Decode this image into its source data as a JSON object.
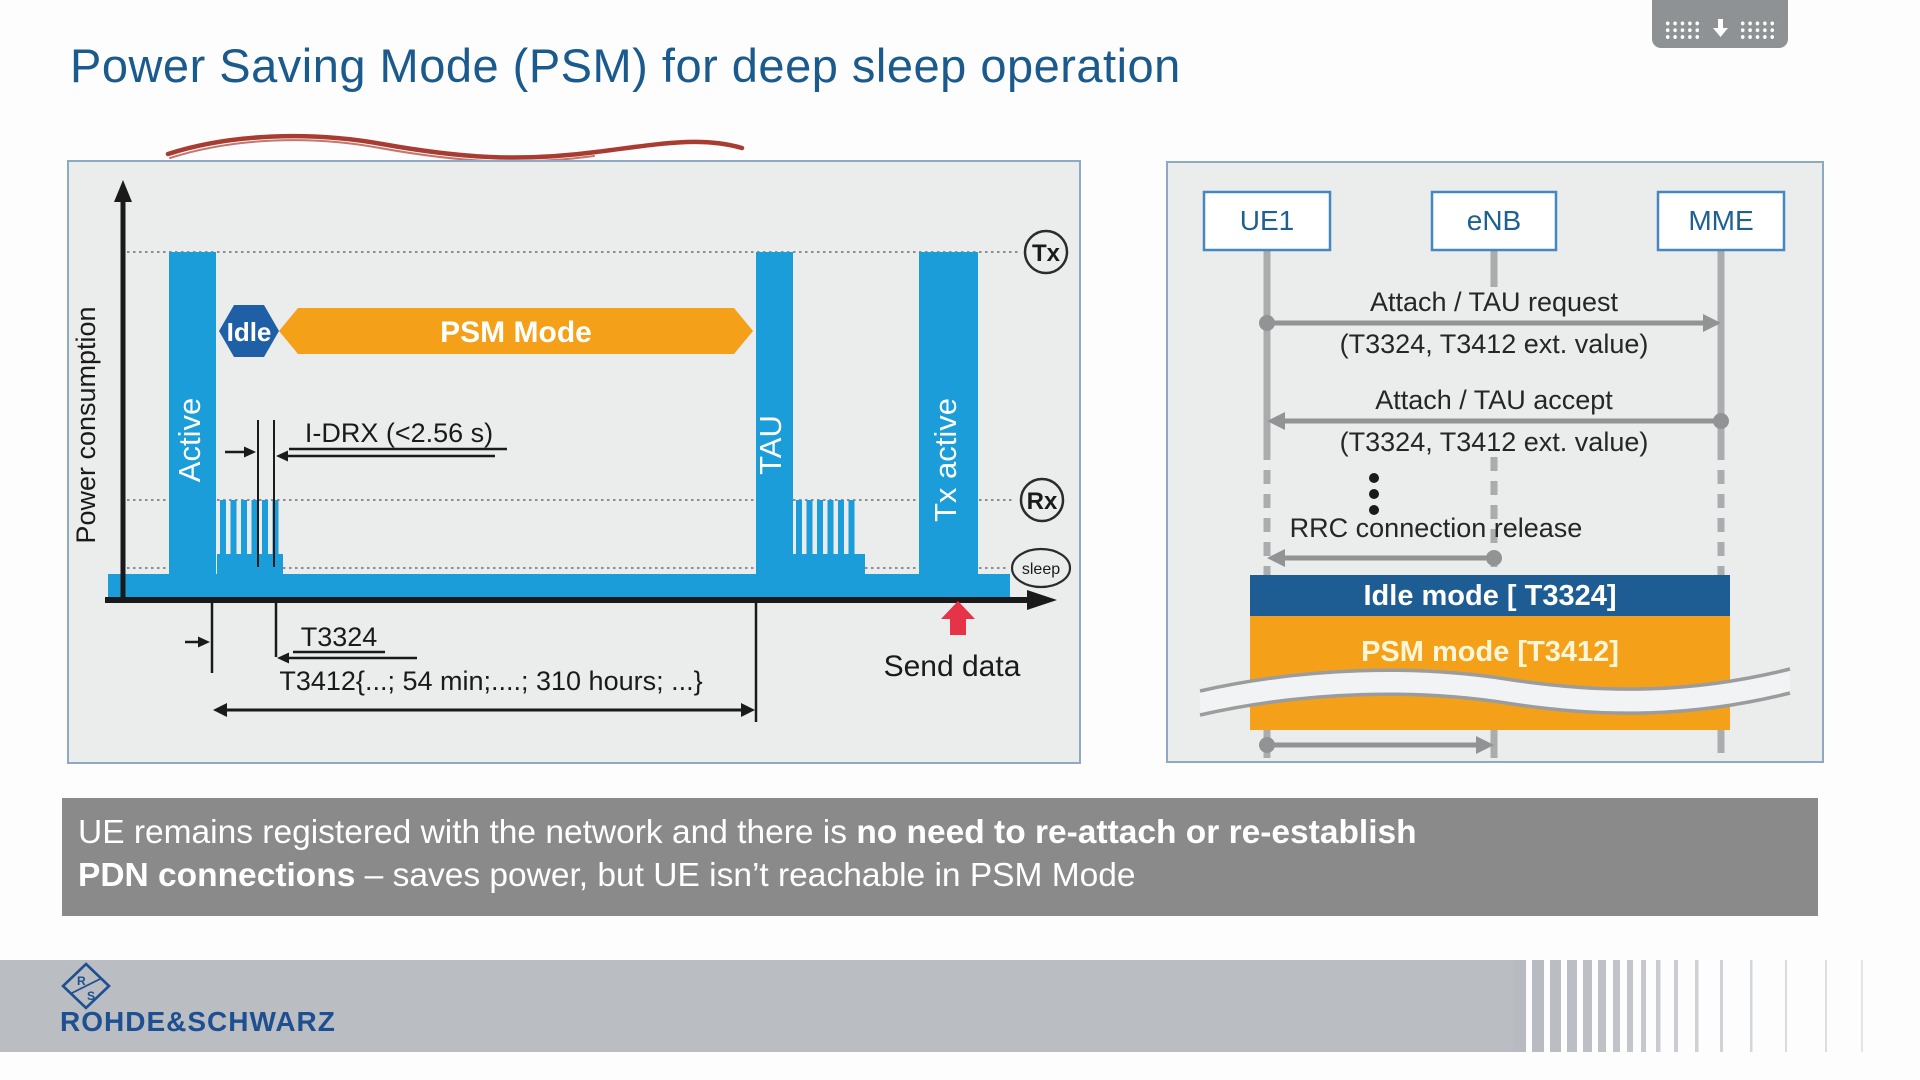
{
  "screen": {
    "share_button_hint": "screen share dock"
  },
  "slide": {
    "title": "Power Saving Mode (PSM) for deep sleep operation",
    "power_diagram": {
      "y_axis_label": "Power consumption",
      "level_tx": "Tx",
      "level_rx": "Rx",
      "level_sleep": "sleep",
      "bar_active": "Active",
      "bar_tau": "TAU",
      "bar_tx_active": "Tx active",
      "idle_badge": "Idle",
      "psm_arrow": "PSM Mode",
      "idrx_label": "I-DRX (<2.56 s)",
      "t3324_label": "T3324",
      "t3412_label": "T3412{...; 54 min;....; 310 hours; ...}",
      "send_data_label": "Send data"
    },
    "sequence_diagram": {
      "actor_ue": "UE1",
      "actor_enb": "eNB",
      "actor_mme": "MME",
      "msg1_label": "Attach / TAU request",
      "msg1_sublabel": "(T3324, T3412 ext. value)",
      "msg2_label": "Attach / TAU accept",
      "msg2_sublabel": "(T3324, T3412 ext. value)",
      "msg3_label": "RRC connection release",
      "idle_banner": "Idle mode [ T3324]",
      "psm_banner": "PSM mode [T3412]"
    },
    "callout": {
      "line1_regular": "UE remains registered with the network and there is ",
      "line1_bold": "no need to re-attach or re-establish",
      "line2_bold": "PDN connections",
      "line2_regular": " – saves power, but UE isn’t reachable in PSM Mode"
    },
    "footer": {
      "brand": "ROHDE&SCHWARZ",
      "monogram_left": "R",
      "monogram_right": "S"
    }
  },
  "colors": {
    "accent_blue": "#1a9dd9",
    "accent_orange": "#f5a019",
    "banner_blue": "#1e5c94",
    "hexagon_blue": "#1f5fa6",
    "title_blue": "#1a5a8d",
    "brand_blue": "#1d4f91",
    "callout_gray": "#8a8a8a",
    "alert_red": "#e73348",
    "squiggle_red": "#a93c31"
  }
}
